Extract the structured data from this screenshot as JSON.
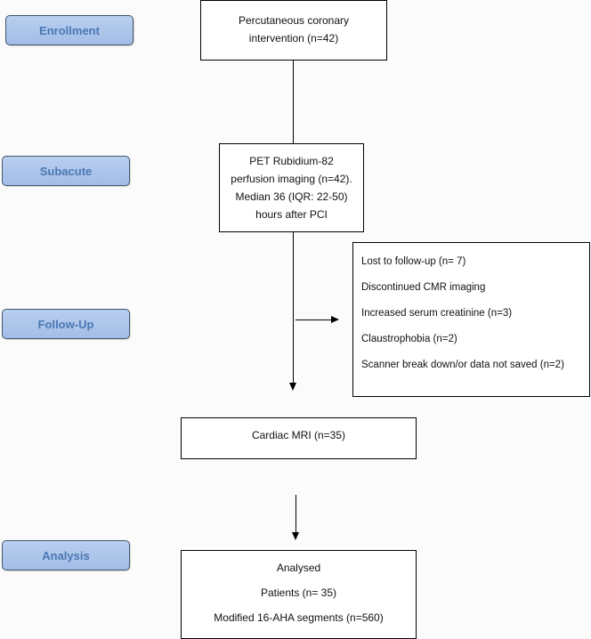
{
  "phases": {
    "enrollment": "Enrollment",
    "subacute": "Subacute",
    "follow_up": "Follow-Up",
    "analysis": "Analysis"
  },
  "boxes": {
    "pci": [
      "Percutaneous coronary",
      "intervention (n=42)"
    ],
    "pet": [
      "PET Rubidium-82",
      "perfusion imaging (n=42).",
      "Median 36 (IQR: 22-50)",
      "hours after PCI"
    ],
    "lost": [
      "Lost to follow-up (n= 7)",
      "Discontinued CMR imaging",
      "Increased serum creatinine (n=3)",
      "Claustrophobia (n=2)",
      "Scanner break down/or data not saved (n=2)"
    ],
    "mri": "Cardiac MRI (n=35)",
    "analysed": [
      "Analysed",
      "Patients (n= 35)",
      "Modified 16-AHA segments (n=560)"
    ]
  },
  "colors": {
    "phase_fill": "#a2bde6",
    "phase_text": "#4a78b3",
    "phase_border": "#41556b"
  }
}
